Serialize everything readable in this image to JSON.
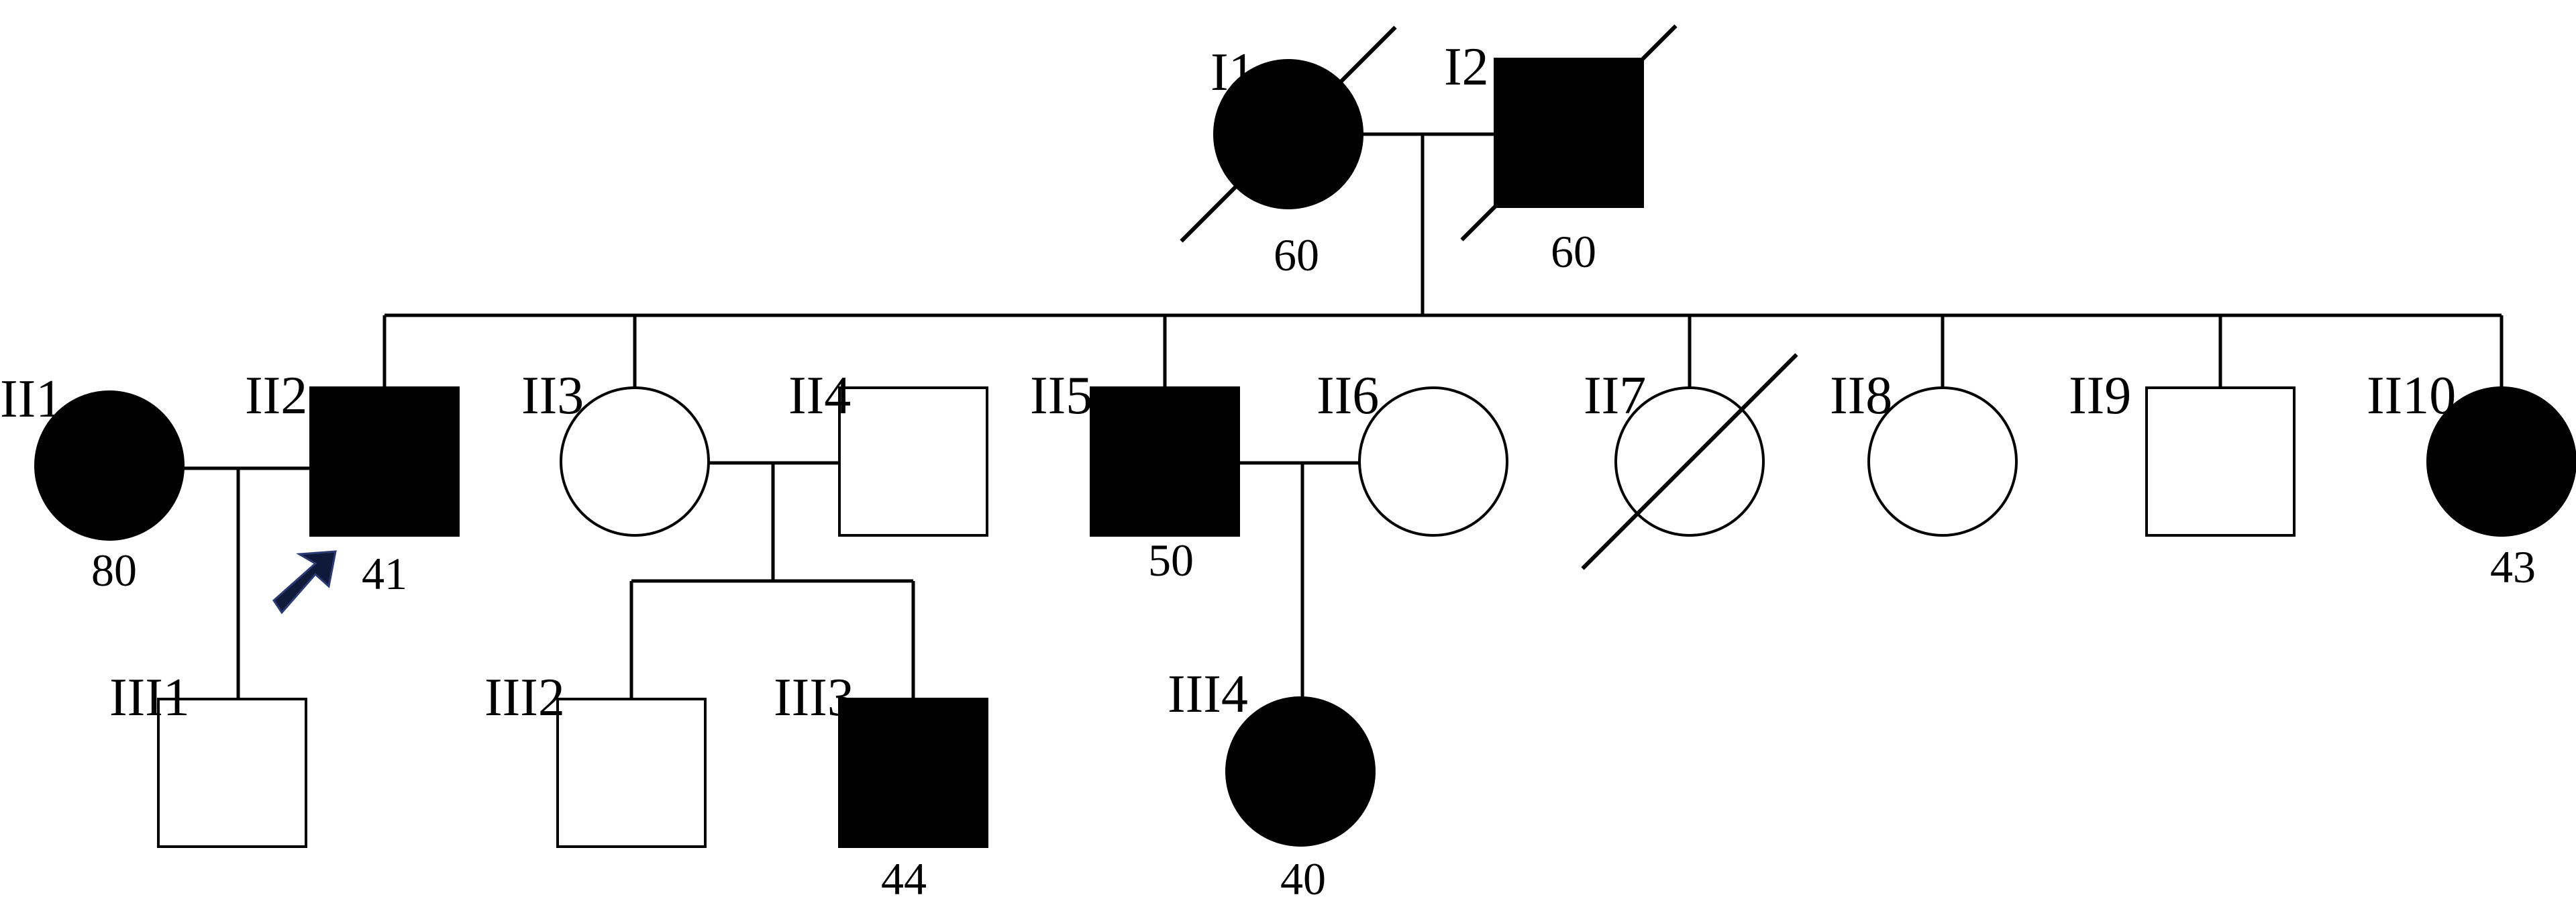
{
  "colors": {
    "affected": "#000000",
    "unaffected": "#ffffff",
    "line": "#000000",
    "proband_arrow": "#0f1a3a"
  },
  "individuals": [
    {
      "id": "I1",
      "label": "I1",
      "sex": "female",
      "affected": true,
      "deceased": true,
      "age": "60"
    },
    {
      "id": "I2",
      "label": "I2",
      "sex": "male",
      "affected": true,
      "deceased": true,
      "age": "60"
    },
    {
      "id": "II1",
      "label": "II1",
      "sex": "female",
      "affected": true,
      "deceased": false,
      "age": "80"
    },
    {
      "id": "II2",
      "label": "II2",
      "sex": "male",
      "affected": true,
      "deceased": false,
      "age": "41",
      "proband": true
    },
    {
      "id": "II3",
      "label": "II3",
      "sex": "female",
      "affected": false,
      "deceased": false,
      "age": ""
    },
    {
      "id": "II4",
      "label": "II4",
      "sex": "male",
      "affected": false,
      "deceased": false,
      "age": ""
    },
    {
      "id": "II5",
      "label": "II5",
      "sex": "male",
      "affected": true,
      "deceased": false,
      "age": "50"
    },
    {
      "id": "II6",
      "label": "II6",
      "sex": "female",
      "affected": false,
      "deceased": false,
      "age": ""
    },
    {
      "id": "II7",
      "label": "II7",
      "sex": "female",
      "affected": false,
      "deceased": true,
      "age": ""
    },
    {
      "id": "II8",
      "label": "II8",
      "sex": "female",
      "affected": false,
      "deceased": false,
      "age": ""
    },
    {
      "id": "II9",
      "label": "II9",
      "sex": "male",
      "affected": false,
      "deceased": false,
      "age": ""
    },
    {
      "id": "II10",
      "label": "II10",
      "sex": "female",
      "affected": true,
      "deceased": false,
      "age": "43"
    },
    {
      "id": "III1",
      "label": "III1",
      "sex": "male",
      "affected": false,
      "deceased": false,
      "age": ""
    },
    {
      "id": "III2",
      "label": "III2",
      "sex": "male",
      "affected": false,
      "deceased": false,
      "age": ""
    },
    {
      "id": "III3",
      "label": "III3",
      "sex": "male",
      "affected": true,
      "deceased": false,
      "age": "44"
    },
    {
      "id": "III4",
      "label": "III4",
      "sex": "female",
      "affected": true,
      "deceased": false,
      "age": "40"
    }
  ],
  "couples": [
    {
      "partners": [
        "I1",
        "I2"
      ],
      "children": [
        "II2",
        "II3",
        "II5",
        "II7",
        "II8",
        "II9",
        "II10"
      ]
    },
    {
      "partners": [
        "II1",
        "II2"
      ],
      "children": [
        "III1"
      ]
    },
    {
      "partners": [
        "II3",
        "II4"
      ],
      "children": [
        "III2",
        "III3"
      ]
    },
    {
      "partners": [
        "II5",
        "II6"
      ],
      "children": [
        "III4"
      ]
    }
  ]
}
